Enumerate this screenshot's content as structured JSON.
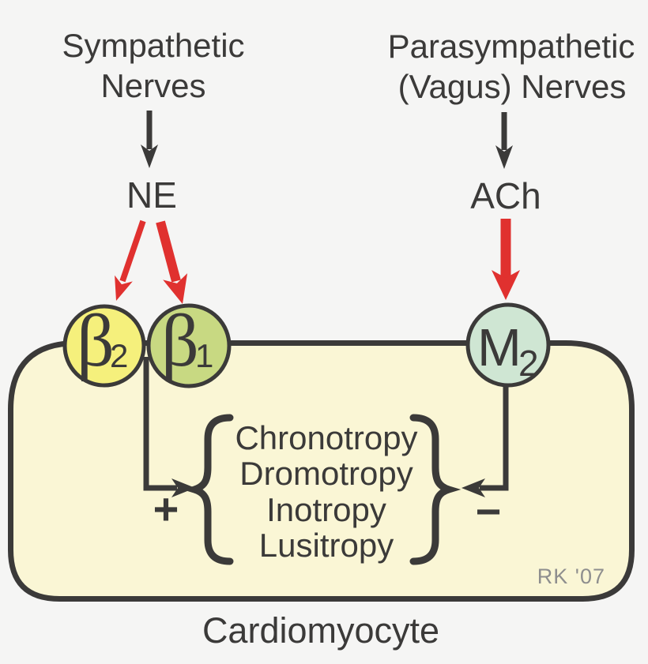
{
  "title": "Cardiac autonomic innervation diagram",
  "colors": {
    "background": "#f5f5f4",
    "cell_fill": "#faf6d5",
    "outline": "#3b3a39",
    "red_accent": "#e0312f",
    "beta2_fill": "#f5f07c",
    "beta1_fill": "#c8d982",
    "m2_fill": "#cfe6d3",
    "signature_gray": "#8e8e8e"
  },
  "sympathetic": {
    "label_line1": "Sympathetic",
    "label_line2": "Nerves",
    "transmitter": "NE"
  },
  "parasympathetic": {
    "label_line1": "Parasympathetic",
    "label_line2": "(Vagus) Nerves",
    "transmitter": "ACh"
  },
  "receptors": {
    "beta2": {
      "symbol": "β",
      "sub": "2",
      "fill": "#f5f07c"
    },
    "beta1": {
      "symbol": "β",
      "sub": "1",
      "fill": "#c8d982"
    },
    "m2": {
      "symbol": "M",
      "sub": "2",
      "fill": "#cfe6d3"
    }
  },
  "cell": {
    "label": "Cardiomyocyte",
    "signature": "RK '07",
    "positive_sign": "+",
    "negative_sign": "−",
    "effects": [
      "Chronotropy",
      "Dromotropy",
      "Inotropy",
      "Lusitropy"
    ]
  }
}
